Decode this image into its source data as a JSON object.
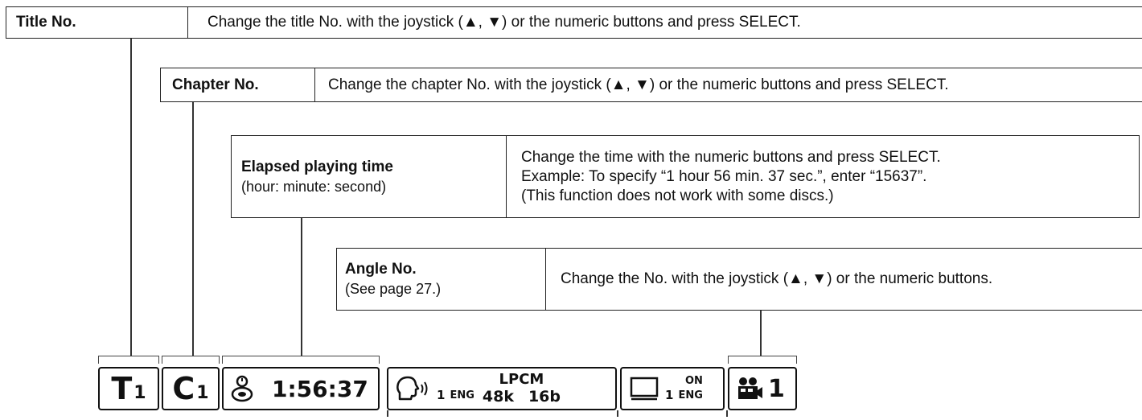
{
  "items": [
    {
      "label": "Title No.",
      "desc": "Change the title No. with the joystick (▲, ▼) or the numeric buttons and press SELECT."
    },
    {
      "label": "Chapter No.",
      "desc": "Change the chapter No. with the joystick (▲, ▼) or the numeric buttons and press SELECT."
    },
    {
      "label": "Elapsed playing time",
      "sub": "(hour: minute: second)",
      "desc_lines": [
        "Change the time with the numeric buttons and press SELECT.",
        "Example:  To specify “1 hour 56 min. 37 sec.”, enter “15637”.",
        "(This function does not work with some discs.)"
      ]
    },
    {
      "label": "Angle No.",
      "sub": "(See page 27.)",
      "desc": "Change the No. with the joystick (▲, ▼) or the numeric buttons."
    }
  ],
  "display_bar": {
    "title": {
      "letter": "T",
      "value": "1"
    },
    "chapter": {
      "letter": "C",
      "value": "1"
    },
    "time": {
      "value": "1:56:37",
      "icon": "disc-timer-icon"
    },
    "audio": {
      "icon": "speaker-head-icon",
      "track": "1",
      "lang": "ENG",
      "format": "LPCM",
      "rate": "48k",
      "bits": "16b"
    },
    "subtitle": {
      "icon": "screen-icon",
      "track": "1",
      "lang": "ENG",
      "state": "ON"
    },
    "angle": {
      "icon": "camera-icon",
      "value": "1"
    }
  }
}
